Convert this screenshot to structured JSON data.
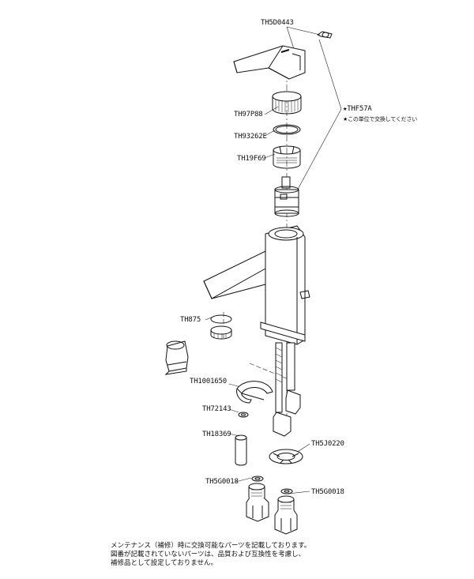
{
  "diagram": {
    "callouts": {
      "th5d0443": "TH5D0443",
      "th97p88": "TH97P88",
      "th93262e": "TH93262E",
      "th19f69": "TH19F69",
      "thf57a": "★THF57A",
      "thf57a_note": "★この単位で交換してください",
      "th875": "TH875",
      "th1001650": "TH1001650",
      "th72143": "TH72143",
      "th18369": "TH18369",
      "th5j0220": "TH5J0220",
      "th5g0018_left": "TH5G0018",
      "th5g0018_right": "TH5G0018"
    },
    "footer_note": [
      "メンテナンス（補修）時に交換可能なパーツを記載しております。",
      "図番が記載されていないパーツは、品質および互換性を考慮し、",
      "補修品として設定しておりません。"
    ]
  }
}
